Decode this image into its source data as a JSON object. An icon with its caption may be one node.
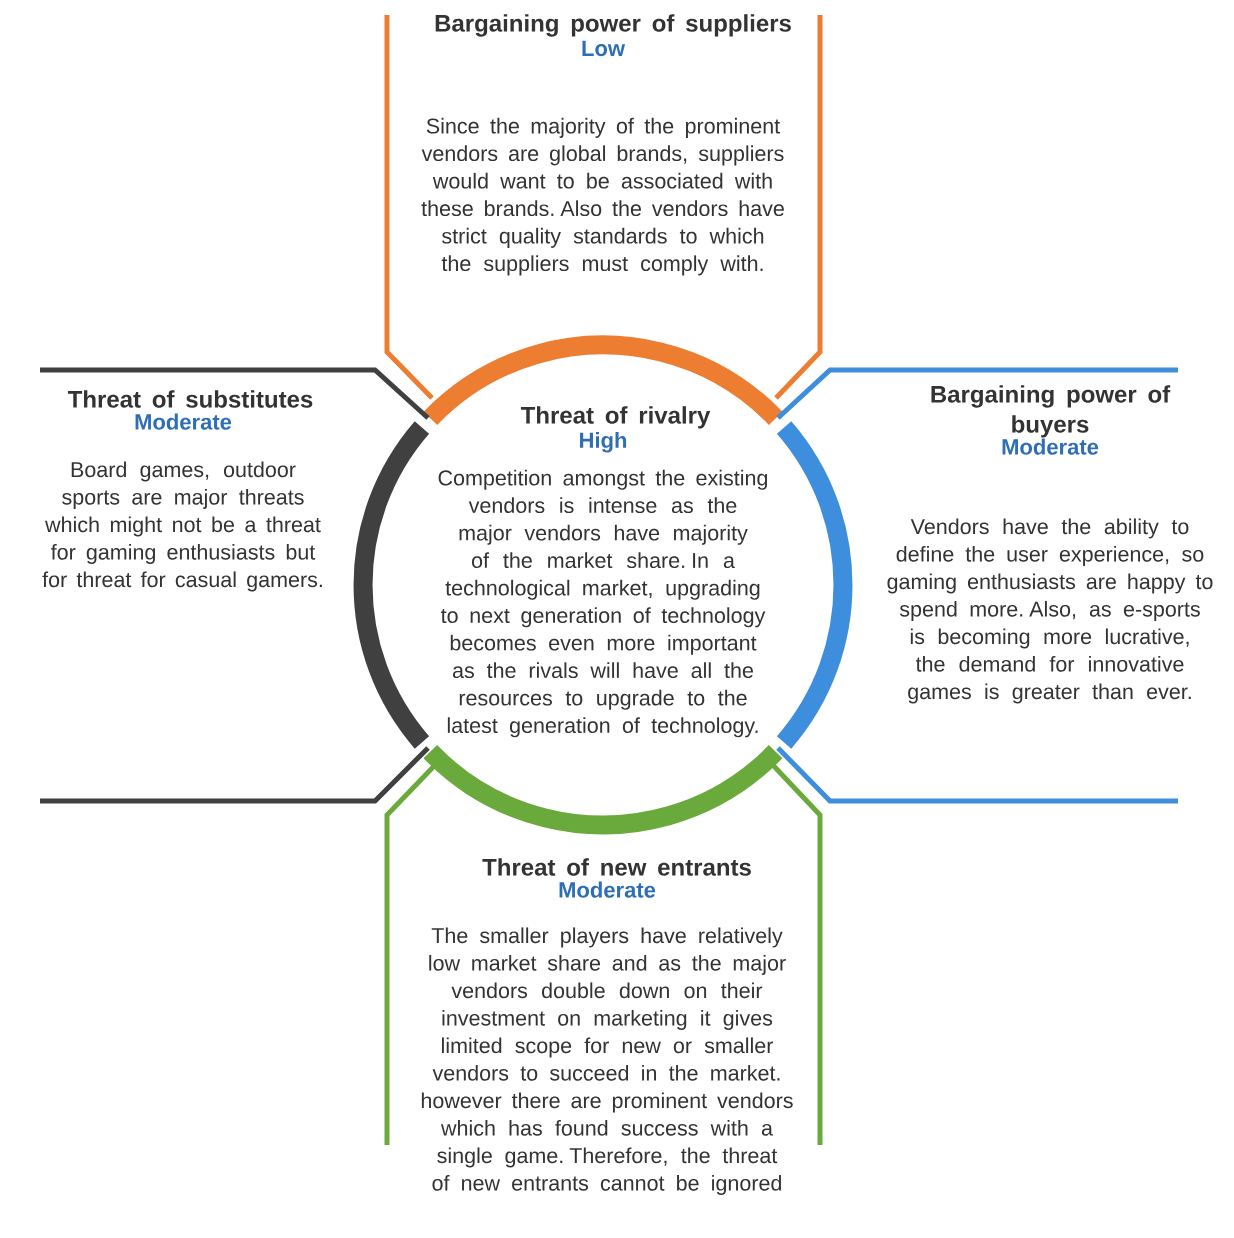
{
  "diagram": {
    "nodes": [
      {
        "text": [
          "Threat of rivalry",
          "High",
          "Competition amongst the existing vendors is intense as the major vendors have majority of the market share. In a technological market, upgrading to next generation of technology becomes even more important as the rivals will have all the resources to upgrade to the latest generation of technology."
        ]
      },
      {
        "text": [
          "Bargaining power of suppliers",
          "Low",
          "Since the majority of the prominent vendors are global brands, suppliers would want to be associated with these brands. Also the vendors have strict quality standards to which the suppliers must comply with."
        ]
      },
      {
        "text": [
          "Threat of substitutes",
          "Moderate",
          "Board games, outdoor sports are major threats which might not be a threat for gaming enthusiasts but for threat for casual gamers."
        ]
      },
      {
        "text": [
          "Bargaining power of buyers",
          "Moderate",
          "Vendors have the ability to define the user experience, so gaming enthusiasts are happy to spend more. Also, as e-sports is becoming more lucrative, the demand for innovative games is greater than ever."
        ]
      },
      {
        "text": [
          "Threat of new entrants",
          "Moderate",
          "The smaller players have relatively low market share and as the major vendors double down on their investment on marketing it gives limited scope for new or smaller vendors to succeed in the market. however there are prominent vendors which has found success with a single game. Therefore, the threat of new entrants cannot be ignored"
        ]
      }
    ]
  }
}
